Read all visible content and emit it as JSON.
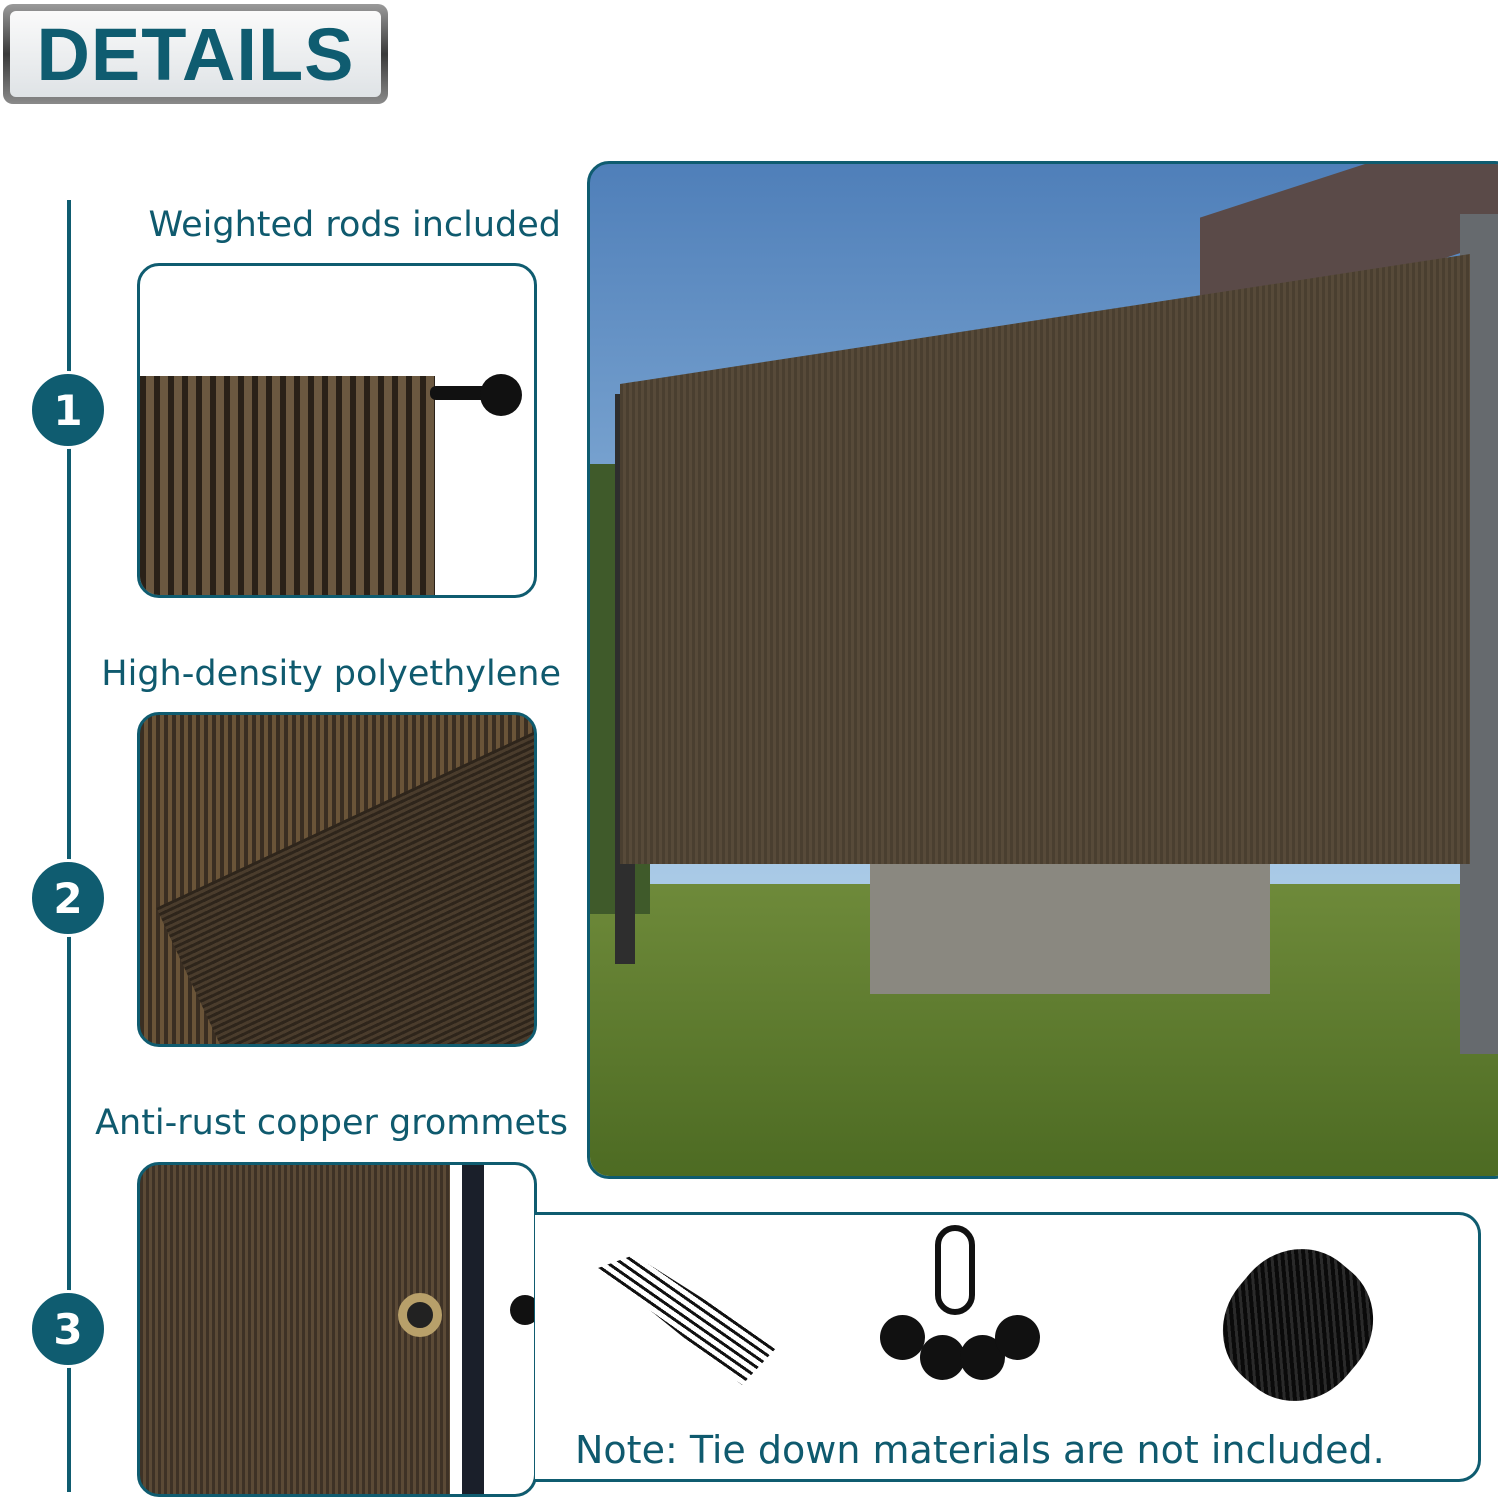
{
  "header": {
    "title": "DETAILS"
  },
  "features": [
    {
      "number": "1",
      "label": "Weighted rods included"
    },
    {
      "number": "2",
      "label": "High-density polyethylene"
    },
    {
      "number": "3",
      "label": "Anti-rust copper grommets"
    }
  ],
  "accessories": {
    "items": [
      "cable-ties-icon",
      "ball-bungees-icon",
      "rope-icon"
    ],
    "note": "Note: Tie down materials are not included."
  },
  "colors": {
    "accent": "#0f5c70",
    "fabric": "#4a3c2c"
  }
}
